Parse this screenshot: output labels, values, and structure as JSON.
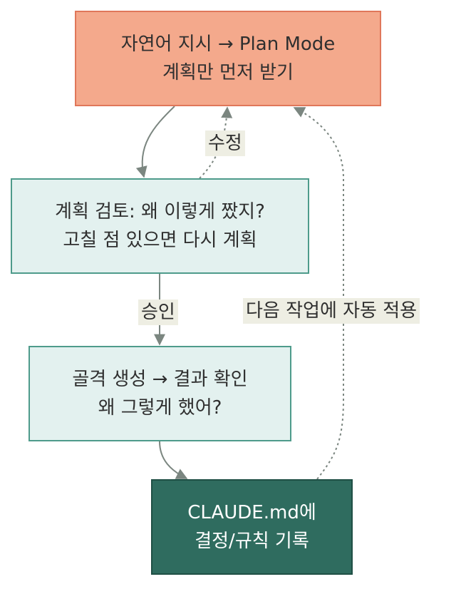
{
  "diagram": {
    "nodes": {
      "plan": {
        "line1": "자연어 지시 → Plan Mode",
        "line2": "계획만 먼저 받기",
        "fill": "#f4a98c",
        "stroke": "#e0775a"
      },
      "review": {
        "line1": "계획 검토: 왜 이렇게 짰지?",
        "line2": "고칠 점 있으면 다시 계획",
        "fill": "#e3f1ef",
        "stroke": "#4e9b8b"
      },
      "generate": {
        "line1": "골격 생성 → 결과 확인",
        "line2": "왜 그렇게 했어?",
        "fill": "#e3f1ef",
        "stroke": "#4e9b8b"
      },
      "claude": {
        "line1": "CLAUDE.md에",
        "line2": "결정/규칙 기록",
        "fill": "#2f6c5f",
        "stroke": "#1f4f45"
      }
    },
    "edges": {
      "plan_to_review": {
        "style": "solid"
      },
      "review_to_plan": {
        "label": "수정",
        "style": "dashed"
      },
      "review_to_generate": {
        "label": "승인",
        "style": "solid"
      },
      "generate_to_claude": {
        "style": "solid"
      },
      "claude_to_plan": {
        "label": "다음 작업에 자동 적용",
        "style": "dashed"
      }
    },
    "colors": {
      "edge": "#7b8680",
      "label_background": "#eeeee3"
    }
  }
}
